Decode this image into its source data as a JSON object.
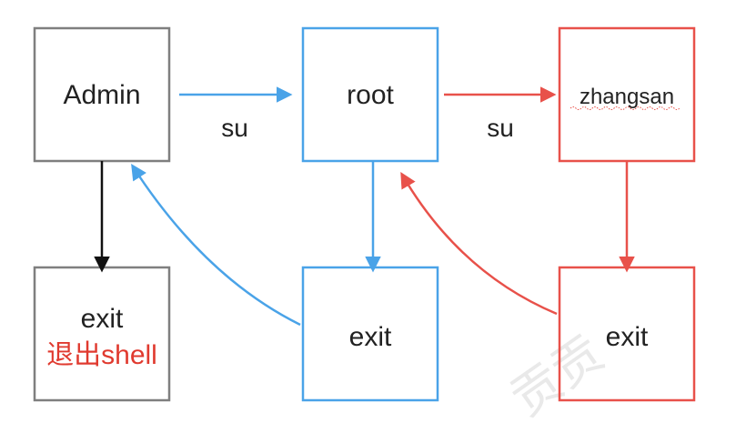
{
  "colors": {
    "gray": "#7f7f7f",
    "blue": "#4aa3e8",
    "red": "#e8514a",
    "black": "#111111",
    "text": "#222222",
    "chinese_red": "#e03a2f"
  },
  "nodes": {
    "admin": {
      "label": "Admin"
    },
    "root": {
      "label": "root"
    },
    "zhangsan": {
      "label": "zhangsan"
    },
    "admin_exit": {
      "label": "exit",
      "sublabel": "退出shell"
    },
    "root_exit": {
      "label": "exit"
    },
    "zhangsan_exit": {
      "label": "exit"
    }
  },
  "edges": {
    "admin_to_root": {
      "label": "su"
    },
    "root_to_zhangsan": {
      "label": "su"
    }
  },
  "watermark": {
    "text": "贡贡"
  }
}
